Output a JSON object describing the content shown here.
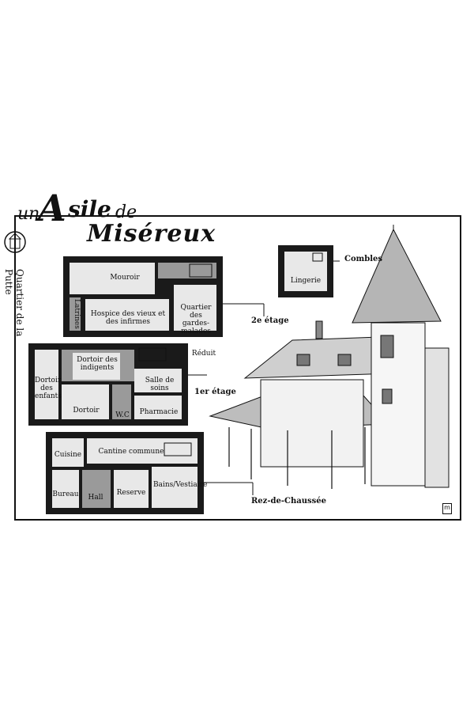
{
  "title": {
    "un": "un",
    "a": "A",
    "sile": "sile",
    "de": "de",
    "miseux": "Miséreux"
  },
  "side_label": "Quartier de la Putte",
  "floors": {
    "combles": "Combles",
    "deuxieme": "2e étage",
    "premier": "1er étage",
    "rdc": "Rez-de-Chaussée"
  },
  "rooms": {
    "lingerie": "Lingerie",
    "mouroir": "Mouroir",
    "latrines": "Latrines",
    "hospice": "Hospice des vieux et des infirmes",
    "quartier": "Quartier des gardes-malades",
    "reduit": "Réduit",
    "dortoir_indigents": "Dortoir des indigents",
    "dortoir_enfants": "Dortoir des enfants",
    "dortoir": "Dortoir",
    "wc": "W.C",
    "salle_soins": "Salle de soins",
    "pharmacie": "Pharmacie",
    "cuisine": "Cuisine",
    "cantine": "Cantine commune",
    "bureau": "Bureau",
    "hall": "Hall",
    "reserve": "Reserve",
    "bains": "Bains/Vestiaire"
  },
  "page_marker": "m",
  "colors": {
    "wall": "#1a1a1a",
    "floor": "#9a9a9a",
    "room": "#e8e8e8",
    "ink": "#111111"
  }
}
